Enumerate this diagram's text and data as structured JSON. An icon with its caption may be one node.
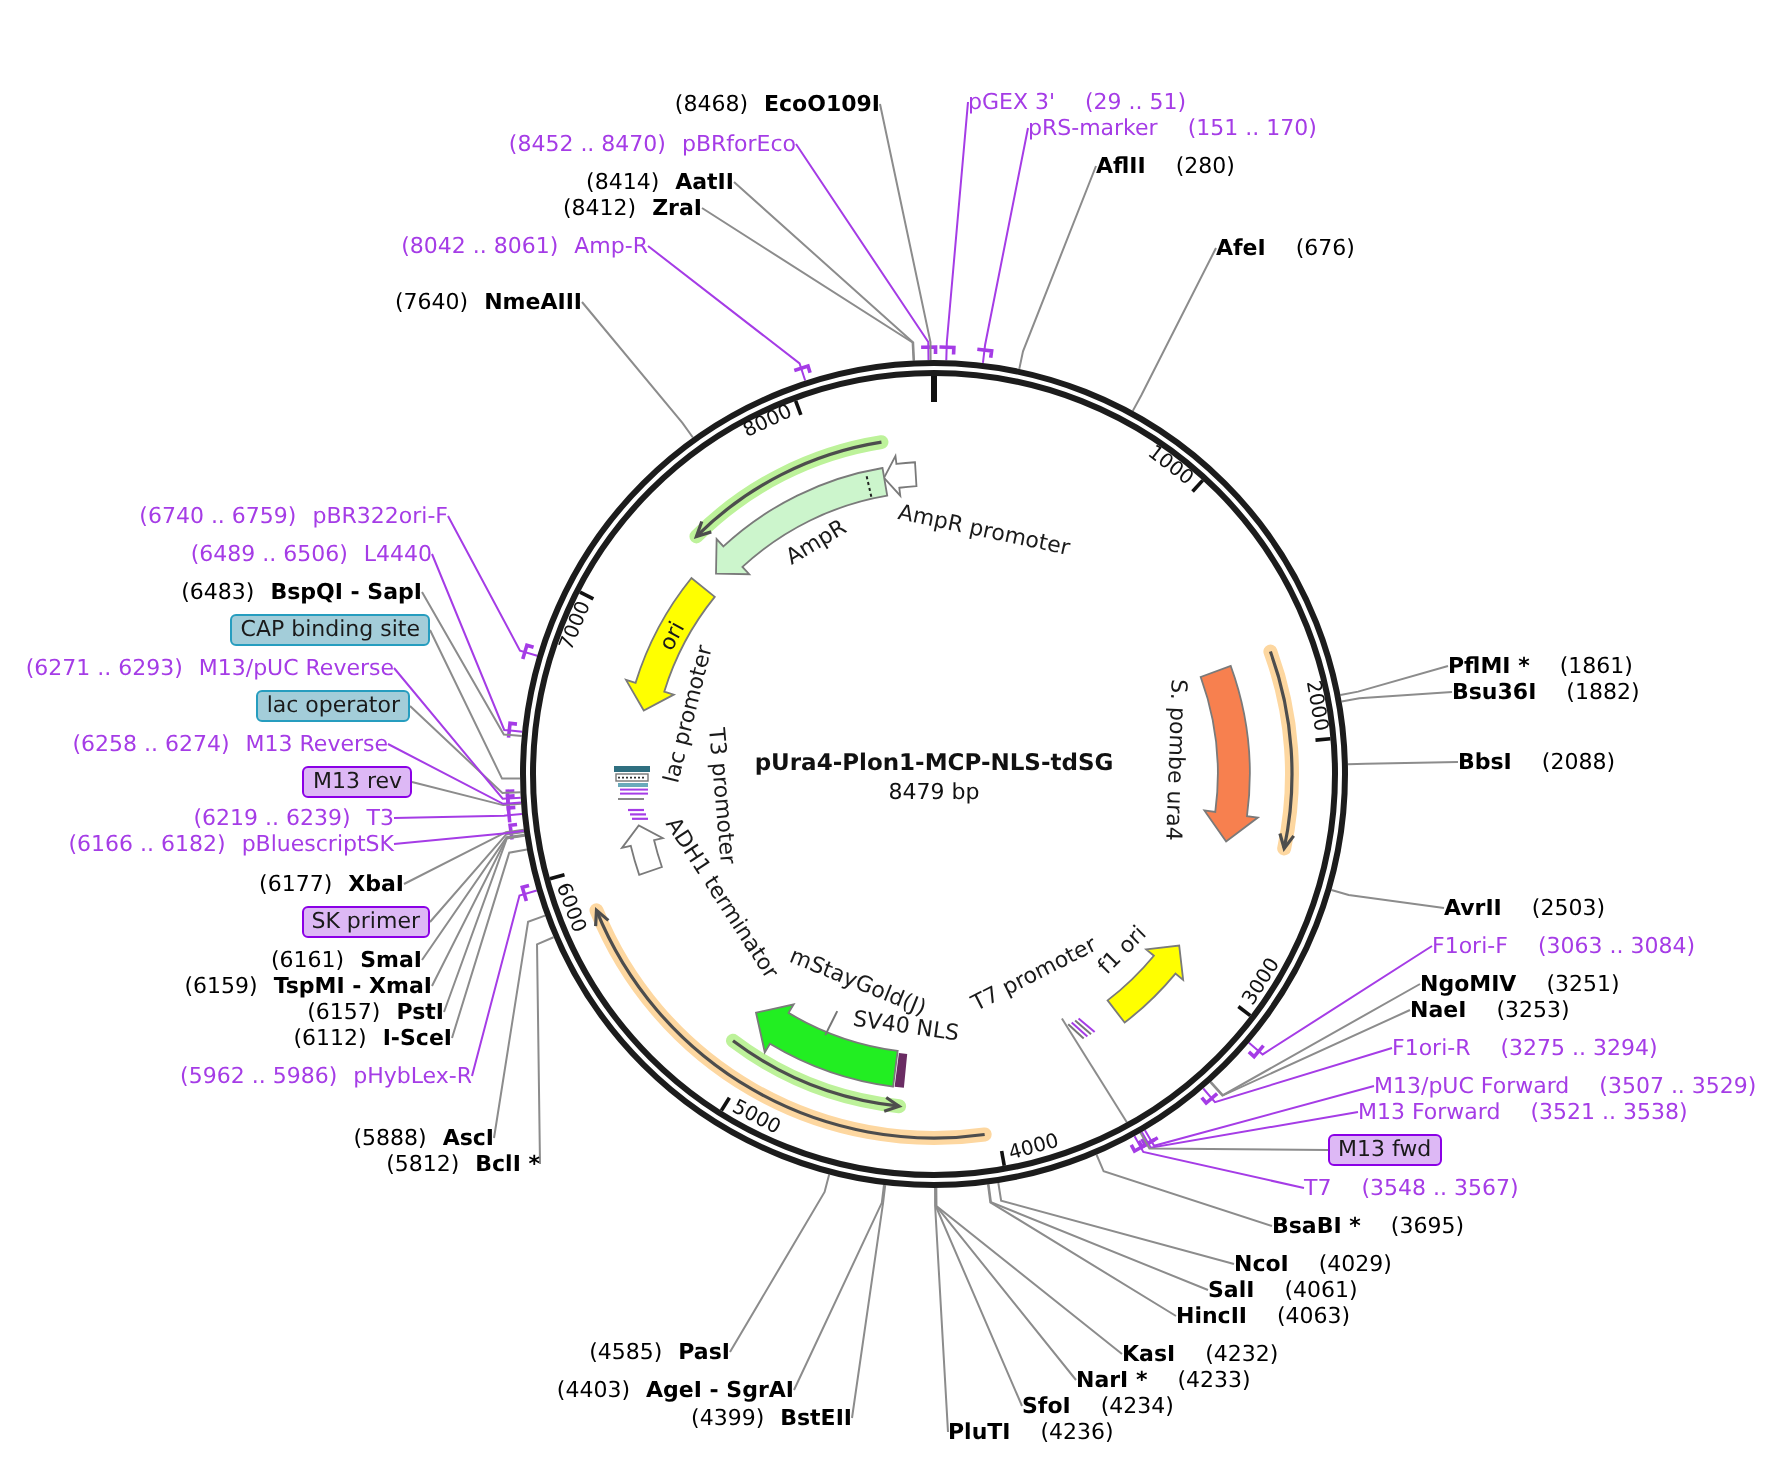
{
  "diagram": {
    "title": "pUra4-Plon1-MCP-NLS-tdSG",
    "nodes": [
      {
        "text": [],
        "shape": "circle"
      },
      {
        "text": [
          "AmpR promoter"
        ],
        "in": 0
      },
      {
        "text": [
          "AmpR"
        ],
        "in": 0
      },
      {
        "text": [
          "ori"
        ],
        "in": 0
      },
      {
        "text": [
          "S. pombe ura4"
        ],
        "in": 0
      },
      {
        "text": [
          "lac promoter"
        ],
        "in": 0
      },
      {
        "text": [
          "T3 promoter"
        ],
        "in": 0
      },
      {
        "text": [
          "ADH1 terminator"
        ],
        "in": 0
      },
      {
        "text": [
          "f1 ori"
        ],
        "in": 0
      },
      {
        "text": [
          "T7 promoter"
        ],
        "in": 0
      },
      {
        "text": [
          "mStayGold(J)"
        ],
        "in": 0
      },
      {
        "text": [
          "SV40 NLS"
        ],
        "in": 0
      },
      {
        "text": [
          "pGEX 3'",
          "(29 .. 51)"
        ]
      },
      {
        "text": [
          "pRS-marker",
          "(151 .. 170)"
        ]
      },
      {
        "text": [
          "AflII",
          "(280)"
        ]
      },
      {
        "text": [
          "AfeI",
          "(676)"
        ]
      },
      {
        "text": [
          "PflMI *",
          "(1861)"
        ]
      },
      {
        "text": [
          "Bsu36I",
          "(1882)"
        ]
      },
      {
        "text": [
          "BbsI",
          "(2088)"
        ]
      },
      {
        "text": [
          "AvrII",
          "(2503)"
        ]
      },
      {
        "text": [
          "F1ori-F",
          "(3063 .. 3084)"
        ]
      },
      {
        "text": [
          "NgoMIV",
          "(3251)"
        ]
      },
      {
        "text": [
          "NaeI",
          "(3253)"
        ]
      },
      {
        "text": [
          "F1ori-R",
          "(3275 .. 3294)"
        ]
      },
      {
        "text": [
          "M13/pUC Forward",
          "(3507 .. 3529)"
        ]
      },
      {
        "text": [
          "M13 Forward",
          "(3521 .. 3538)"
        ]
      },
      {
        "text": [
          "M13 fwd"
        ]
      },
      {
        "text": [
          "T7",
          "(3548 .. 3567)"
        ]
      },
      {
        "text": [
          "BsaBI *",
          "(3695)"
        ]
      },
      {
        "text": [
          "NcoI",
          "(4029)"
        ]
      },
      {
        "text": [
          "SalI",
          "(4061)"
        ]
      },
      {
        "text": [
          "HincII",
          "(4063)"
        ]
      },
      {
        "text": [
          "KasI",
          "(4232)"
        ]
      },
      {
        "text": [
          "NarI *",
          "(4233)"
        ]
      },
      {
        "text": [
          "SfoI",
          "(4234)"
        ]
      },
      {
        "text": [
          "PluTI",
          "(4236)"
        ]
      },
      {
        "text": [
          "(4399)",
          "BstEII"
        ]
      },
      {
        "text": [
          "(4403)",
          "AgeI - SgrAI"
        ]
      },
      {
        "text": [
          "(4585)",
          "PasI"
        ]
      },
      {
        "text": [
          "(5812)",
          "BclI *"
        ]
      },
      {
        "text": [
          "(5888)",
          "AscI"
        ]
      },
      {
        "text": [
          "(5962 .. 5986)",
          "pHybLex-R"
        ]
      },
      {
        "text": [
          "(6112)",
          "I-SceI"
        ]
      },
      {
        "text": [
          "(6157)",
          "PstI"
        ]
      },
      {
        "text": [
          "(6159)",
          "TspMI - XmaI"
        ]
      },
      {
        "text": [
          "(6161)",
          "SmaI"
        ]
      },
      {
        "text": [
          "SK primer"
        ]
      },
      {
        "text": [
          "(6177)",
          "XbaI"
        ]
      },
      {
        "text": [
          "(6166 .. 6182)",
          "pBluescriptSK"
        ]
      },
      {
        "text": [
          "(6219 .. 6239)",
          "T3"
        ]
      },
      {
        "text": [
          "M13 rev"
        ]
      },
      {
        "text": [
          "(6258 .. 6274)",
          "M13 Reverse"
        ]
      },
      {
        "text": [
          "lac operator"
        ]
      },
      {
        "text": [
          "(6271 .. 6293)",
          "M13/pUC Reverse"
        ]
      },
      {
        "text": [
          "CAP binding site"
        ]
      },
      {
        "text": [
          "(6483)",
          "BspQI - SapI"
        ]
      },
      {
        "text": [
          "(6489 .. 6506)",
          "L4440"
        ]
      },
      {
        "text": [
          "(6740 .. 6759)",
          "pBR322ori-F"
        ]
      },
      {
        "text": [
          "(7640)",
          "NmeAIII"
        ]
      },
      {
        "text": [
          "(8042 .. 8061)",
          "Amp-R"
        ]
      },
      {
        "text": [
          "(8412)",
          "ZraI"
        ]
      },
      {
        "text": [
          "(8414)",
          "AatII"
        ]
      },
      {
        "text": [
          "(8452 .. 8470)",
          "pBRforEco"
        ]
      },
      {
        "text": [
          "(8468)",
          "EcoO109I"
        ]
      }
    ],
    "edges": [
      {
        "from": 12,
        "to": 0,
        "arrow": "none",
        "color": "#a53ce6"
      },
      {
        "from": 13,
        "to": 0,
        "arrow": "none",
        "color": "#a53ce6"
      },
      {
        "from": 14,
        "to": 0,
        "arrow": "none"
      },
      {
        "from": 15,
        "to": 0,
        "arrow": "none"
      },
      {
        "from": 16,
        "to": 0,
        "arrow": "none"
      },
      {
        "from": 17,
        "to": 0,
        "arrow": "none"
      },
      {
        "from": 18,
        "to": 0,
        "arrow": "none"
      },
      {
        "from": 19,
        "to": 0,
        "arrow": "none"
      },
      {
        "from": 20,
        "to": 0,
        "arrow": "none",
        "color": "#a53ce6"
      },
      {
        "from": 21,
        "to": 0,
        "arrow": "none"
      },
      {
        "from": 22,
        "to": 0,
        "arrow": "none"
      },
      {
        "from": 23,
        "to": 0,
        "arrow": "none",
        "color": "#a53ce6"
      },
      {
        "from": 24,
        "to": 0,
        "arrow": "none",
        "color": "#a53ce6"
      },
      {
        "from": 25,
        "to": 0,
        "arrow": "none",
        "color": "#a53ce6"
      },
      {
        "from": 26,
        "to": 0,
        "arrow": "none"
      },
      {
        "from": 27,
        "to": 0,
        "arrow": "none",
        "color": "#a53ce6"
      },
      {
        "from": 28,
        "to": 0,
        "arrow": "none"
      },
      {
        "from": 29,
        "to": 0,
        "arrow": "none"
      },
      {
        "from": 30,
        "to": 0,
        "arrow": "none"
      },
      {
        "from": 31,
        "to": 0,
        "arrow": "none"
      },
      {
        "from": 32,
        "to": 0,
        "arrow": "none"
      },
      {
        "from": 33,
        "to": 0,
        "arrow": "none"
      },
      {
        "from": 34,
        "to": 0,
        "arrow": "none"
      },
      {
        "from": 35,
        "to": 0,
        "arrow": "none"
      },
      {
        "from": 36,
        "to": 0,
        "arrow": "none"
      },
      {
        "from": 37,
        "to": 0,
        "arrow": "none"
      },
      {
        "from": 38,
        "to": 0,
        "arrow": "none"
      },
      {
        "from": 39,
        "to": 0,
        "arrow": "none"
      },
      {
        "from": 40,
        "to": 0,
        "arrow": "none"
      },
      {
        "from": 41,
        "to": 0,
        "arrow": "none",
        "color": "#a53ce6"
      },
      {
        "from": 42,
        "to": 0,
        "arrow": "none"
      },
      {
        "from": 43,
        "to": 0,
        "arrow": "none"
      },
      {
        "from": 44,
        "to": 0,
        "arrow": "none"
      },
      {
        "from": 45,
        "to": 0,
        "arrow": "none"
      },
      {
        "from": 46,
        "to": 0,
        "arrow": "none"
      },
      {
        "from": 47,
        "to": 0,
        "arrow": "none"
      },
      {
        "from": 48,
        "to": 0,
        "arrow": "none",
        "color": "#a53ce6"
      },
      {
        "from": 49,
        "to": 0,
        "arrow": "none",
        "color": "#a53ce6"
      },
      {
        "from": 50,
        "to": 0,
        "arrow": "none"
      },
      {
        "from": 51,
        "to": 0,
        "arrow": "none",
        "color": "#a53ce6"
      },
      {
        "from": 52,
        "to": 0,
        "arrow": "none"
      },
      {
        "from": 53,
        "to": 0,
        "arrow": "none",
        "color": "#a53ce6"
      },
      {
        "from": 54,
        "to": 0,
        "arrow": "none"
      },
      {
        "from": 55,
        "to": 0,
        "arrow": "none"
      },
      {
        "from": 56,
        "to": 0,
        "arrow": "none",
        "color": "#a53ce6"
      },
      {
        "from": 57,
        "to": 0,
        "arrow": "none",
        "color": "#a53ce6"
      },
      {
        "from": 58,
        "to": 0,
        "arrow": "none"
      },
      {
        "from": 59,
        "to": 0,
        "arrow": "none",
        "color": "#a53ce6"
      },
      {
        "from": 60,
        "to": 0,
        "arrow": "none"
      },
      {
        "from": 61,
        "to": 0,
        "arrow": "none"
      },
      {
        "from": 62,
        "to": 0,
        "arrow": "none",
        "color": "#a53ce6"
      },
      {
        "from": 63,
        "to": 0,
        "arrow": "none"
      },
      {
        "from": 9,
        "to": 0,
        "arrow": "none"
      }
    ],
    "labels": [
      "8479 bp",
      "1000",
      "2000",
      "3000",
      "4000",
      "5000",
      "6000",
      "7000",
      "8000"
    ]
  }
}
